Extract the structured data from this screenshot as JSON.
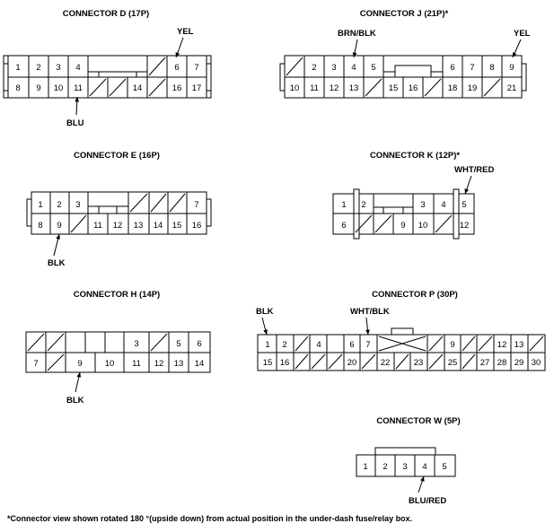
{
  "connectors": {
    "d": {
      "title": "CONNECTOR D (17P)",
      "top_pins": [
        "1",
        "2",
        "3",
        "4",
        "6",
        "7"
      ],
      "bottom_pins": [
        "8",
        "9",
        "10",
        "11",
        "14",
        "16",
        "17"
      ],
      "labels": [
        "YEL",
        "BLU"
      ]
    },
    "j": {
      "title": "CONNECTOR J (21P)*",
      "top_pins": [
        "2",
        "3",
        "4",
        "5",
        "6",
        "7",
        "8",
        "9"
      ],
      "bottom_pins": [
        "10",
        "11",
        "12",
        "13",
        "15",
        "16",
        "18",
        "19",
        "21"
      ],
      "labels": [
        "BRN/BLK",
        "YEL"
      ]
    },
    "e": {
      "title": "CONNECTOR E (16P)",
      "top_pins": [
        "1",
        "2",
        "3",
        "7"
      ],
      "bottom_pins": [
        "8",
        "9",
        "11",
        "12",
        "13",
        "14",
        "15",
        "16"
      ],
      "labels": [
        "BLK"
      ]
    },
    "k": {
      "title": "CONNECTOR K (12P)*",
      "top_pins": [
        "1",
        "2",
        "3",
        "4",
        "5"
      ],
      "bottom_pins": [
        "6",
        "9",
        "10",
        "12"
      ],
      "labels": [
        "WHT/RED"
      ]
    },
    "h": {
      "title": "CONNECTOR H (14P)",
      "top_pins": [
        "3",
        "5",
        "6"
      ],
      "bottom_pins": [
        "7",
        "9",
        "10",
        "11",
        "12",
        "13",
        "14"
      ],
      "labels": [
        "BLK"
      ]
    },
    "p": {
      "title": "CONNECTOR P (30P)",
      "top_pins": [
        "1",
        "2",
        "4",
        "6",
        "7",
        "9",
        "12",
        "13"
      ],
      "bottom_pins": [
        "15",
        "16",
        "20",
        "22",
        "23",
        "25",
        "27",
        "28",
        "29",
        "30"
      ],
      "labels": [
        "BLK",
        "WHT/BLK"
      ]
    },
    "w": {
      "title": "CONNECTOR W (5P)",
      "pins": [
        "1",
        "2",
        "3",
        "4",
        "5"
      ],
      "labels": [
        "BLU/RED"
      ]
    }
  },
  "footnote": "*Connector view shown rotated 180 °(upside down) from actual position in the under-dash fuse/relay box."
}
